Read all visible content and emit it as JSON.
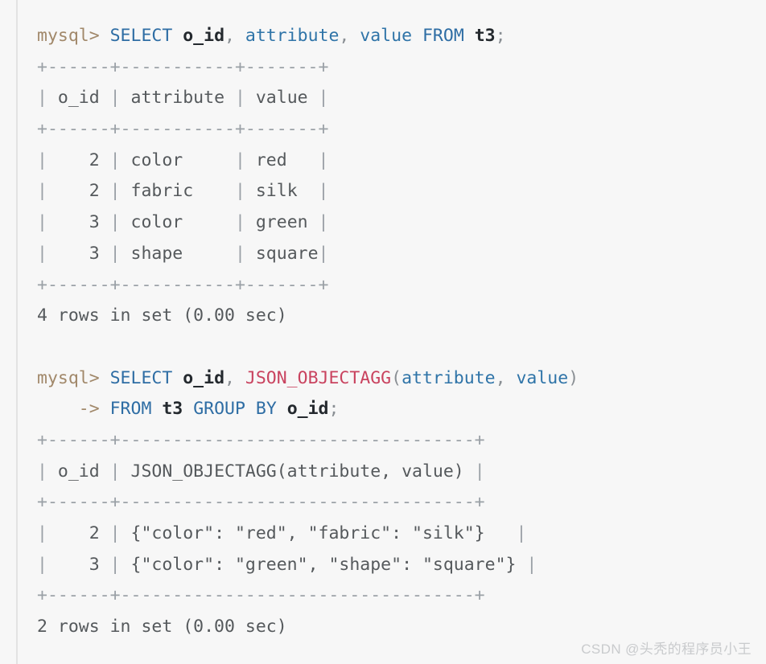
{
  "terminal": {
    "background_color": "#f7f7f7",
    "colors": {
      "prompt": "#a1886a",
      "keyword": "#2e6da4",
      "identifier": "#2f74a8",
      "name": "#24292e",
      "function": "#c9435f",
      "punctuation": "#8a8f94",
      "output_text": "#55595c",
      "table_rule": "#9aa0a6",
      "watermark": "#c9cbcd"
    },
    "lines": [
      {
        "id": "query-1-prompt",
        "type": "command",
        "tokens": [
          {
            "t": "mysql> ",
            "c": "prompt"
          },
          {
            "t": "SELECT",
            "c": "keyword"
          },
          {
            "t": " ",
            "c": "plain"
          },
          {
            "t": "o_id",
            "c": "name"
          },
          {
            "t": ", ",
            "c": "punct"
          },
          {
            "t": "attribute",
            "c": "ident"
          },
          {
            "t": ", ",
            "c": "punct"
          },
          {
            "t": "value",
            "c": "ident"
          },
          {
            "t": " ",
            "c": "plain"
          },
          {
            "t": "FROM",
            "c": "keyword"
          },
          {
            "t": " ",
            "c": "plain"
          },
          {
            "t": "t3",
            "c": "name"
          },
          {
            "t": ";",
            "c": "punct"
          }
        ],
        "text": "mysql> SELECT o_id, attribute, value FROM t3;"
      },
      {
        "id": "table-1-rule-top",
        "type": "rule",
        "tokens": [
          {
            "t": "+------+-----------+-------+",
            "c": "rule"
          }
        ],
        "text": "+------+-----------+-------+"
      },
      {
        "id": "table-1-header",
        "type": "row",
        "tokens": [
          {
            "t": "|",
            "c": "bar"
          },
          {
            "t": " o_id ",
            "c": "out"
          },
          {
            "t": "|",
            "c": "bar"
          },
          {
            "t": " attribute ",
            "c": "out"
          },
          {
            "t": "|",
            "c": "bar"
          },
          {
            "t": " value ",
            "c": "out"
          },
          {
            "t": "|",
            "c": "bar"
          }
        ],
        "text": "| o_id | attribute | value |"
      },
      {
        "id": "table-1-rule-mid",
        "type": "rule",
        "tokens": [
          {
            "t": "+------+-----------+-------+",
            "c": "rule"
          }
        ],
        "text": "+------+-----------+-------+"
      },
      {
        "id": "table-1-row-1",
        "type": "row",
        "tokens": [
          {
            "t": "|",
            "c": "bar"
          },
          {
            "t": "    2 ",
            "c": "out"
          },
          {
            "t": "|",
            "c": "bar"
          },
          {
            "t": " color     ",
            "c": "out"
          },
          {
            "t": "|",
            "c": "bar"
          },
          {
            "t": " red   ",
            "c": "out"
          },
          {
            "t": "|",
            "c": "bar"
          }
        ],
        "text": "|    2 | color     | red   |"
      },
      {
        "id": "table-1-row-2",
        "type": "row",
        "tokens": [
          {
            "t": "|",
            "c": "bar"
          },
          {
            "t": "    2 ",
            "c": "out"
          },
          {
            "t": "|",
            "c": "bar"
          },
          {
            "t": " fabric    ",
            "c": "out"
          },
          {
            "t": "|",
            "c": "bar"
          },
          {
            "t": " silk  ",
            "c": "out"
          },
          {
            "t": "|",
            "c": "bar"
          }
        ],
        "text": "|    2 | fabric    | silk  |"
      },
      {
        "id": "table-1-row-3",
        "type": "row",
        "tokens": [
          {
            "t": "|",
            "c": "bar"
          },
          {
            "t": "    3 ",
            "c": "out"
          },
          {
            "t": "|",
            "c": "bar"
          },
          {
            "t": " color     ",
            "c": "out"
          },
          {
            "t": "|",
            "c": "bar"
          },
          {
            "t": " green ",
            "c": "out"
          },
          {
            "t": "|",
            "c": "bar"
          }
        ],
        "text": "|    3 | color     | green |"
      },
      {
        "id": "table-1-row-4",
        "type": "row",
        "tokens": [
          {
            "t": "|",
            "c": "bar"
          },
          {
            "t": "    3 ",
            "c": "out"
          },
          {
            "t": "|",
            "c": "bar"
          },
          {
            "t": " shape     ",
            "c": "out"
          },
          {
            "t": "|",
            "c": "bar"
          },
          {
            "t": " square",
            "c": "out"
          },
          {
            "t": "|",
            "c": "bar"
          }
        ],
        "text": "|    3 | shape     | square|"
      },
      {
        "id": "table-1-rule-bottom",
        "type": "rule",
        "tokens": [
          {
            "t": "+------+-----------+-------+",
            "c": "rule"
          }
        ],
        "text": "+------+-----------+-------+"
      },
      {
        "id": "result-1-status",
        "type": "status",
        "tokens": [
          {
            "t": "4 rows in set (0.00 sec)",
            "c": "out"
          }
        ],
        "text": "4 rows in set (0.00 sec)"
      },
      {
        "id": "spacer-1",
        "type": "blank",
        "tokens": [
          {
            "t": " ",
            "c": "plain"
          }
        ],
        "text": " "
      },
      {
        "id": "query-2-prompt",
        "type": "command",
        "tokens": [
          {
            "t": "mysql> ",
            "c": "prompt"
          },
          {
            "t": "SELECT",
            "c": "keyword"
          },
          {
            "t": " ",
            "c": "plain"
          },
          {
            "t": "o_id",
            "c": "name"
          },
          {
            "t": ", ",
            "c": "punct"
          },
          {
            "t": "JSON_OBJECTAGG",
            "c": "func"
          },
          {
            "t": "(",
            "c": "punct"
          },
          {
            "t": "attribute",
            "c": "ident"
          },
          {
            "t": ", ",
            "c": "punct"
          },
          {
            "t": "value",
            "c": "ident"
          },
          {
            "t": ")",
            "c": "punct"
          }
        ],
        "text": "mysql> SELECT o_id, JSON_OBJECTAGG(attribute, value)"
      },
      {
        "id": "query-2-continuation",
        "type": "command",
        "tokens": [
          {
            "t": "    -> ",
            "c": "prompt"
          },
          {
            "t": "FROM",
            "c": "keyword"
          },
          {
            "t": " ",
            "c": "plain"
          },
          {
            "t": "t3",
            "c": "name"
          },
          {
            "t": " ",
            "c": "plain"
          },
          {
            "t": "GROUP",
            "c": "keyword"
          },
          {
            "t": " ",
            "c": "plain"
          },
          {
            "t": "BY",
            "c": "keyword"
          },
          {
            "t": " ",
            "c": "plain"
          },
          {
            "t": "o_id",
            "c": "name"
          },
          {
            "t": ";",
            "c": "punct"
          }
        ],
        "text": "    -> FROM t3 GROUP BY o_id;"
      },
      {
        "id": "table-2-rule-top",
        "type": "rule",
        "tokens": [
          {
            "t": "+------+----------------------------------+",
            "c": "rule"
          }
        ],
        "text": "+------+----------------------------------+"
      },
      {
        "id": "table-2-header",
        "type": "row",
        "tokens": [
          {
            "t": "|",
            "c": "bar"
          },
          {
            "t": " o_id ",
            "c": "out"
          },
          {
            "t": "|",
            "c": "bar"
          },
          {
            "t": " JSON_OBJECTAGG(attribute, value) ",
            "c": "out"
          },
          {
            "t": "|",
            "c": "bar"
          }
        ],
        "text": "| o_id | JSON_OBJECTAGG(attribute, value) |"
      },
      {
        "id": "table-2-rule-mid",
        "type": "rule",
        "tokens": [
          {
            "t": "+------+----------------------------------+",
            "c": "rule"
          }
        ],
        "text": "+------+----------------------------------+"
      },
      {
        "id": "table-2-row-1",
        "type": "row",
        "tokens": [
          {
            "t": "|",
            "c": "bar"
          },
          {
            "t": "    2 ",
            "c": "out"
          },
          {
            "t": "|",
            "c": "bar"
          },
          {
            "t": " {\"color\": \"red\", \"fabric\": \"silk\"}   ",
            "c": "out"
          },
          {
            "t": "|",
            "c": "bar"
          }
        ],
        "text": "|    2 | {\"color\": \"red\", \"fabric\": \"silk\"}   |"
      },
      {
        "id": "table-2-row-2",
        "type": "row",
        "tokens": [
          {
            "t": "|",
            "c": "bar"
          },
          {
            "t": "    3 ",
            "c": "out"
          },
          {
            "t": "|",
            "c": "bar"
          },
          {
            "t": " {\"color\": \"green\", \"shape\": \"square\"} ",
            "c": "out"
          },
          {
            "t": "|",
            "c": "bar"
          }
        ],
        "text": "|    3 | {\"color\": \"green\", \"shape\": \"square\"} |"
      },
      {
        "id": "table-2-rule-bottom",
        "type": "rule",
        "tokens": [
          {
            "t": "+------+----------------------------------+",
            "c": "rule"
          }
        ],
        "text": "+------+----------------------------------+"
      },
      {
        "id": "result-2-status",
        "type": "status",
        "tokens": [
          {
            "t": "2 rows in set (0.00 sec)",
            "c": "out"
          }
        ],
        "text": "2 rows in set (0.00 sec)"
      }
    ]
  },
  "watermark": {
    "text": "CSDN @头秃的程序员小王"
  }
}
